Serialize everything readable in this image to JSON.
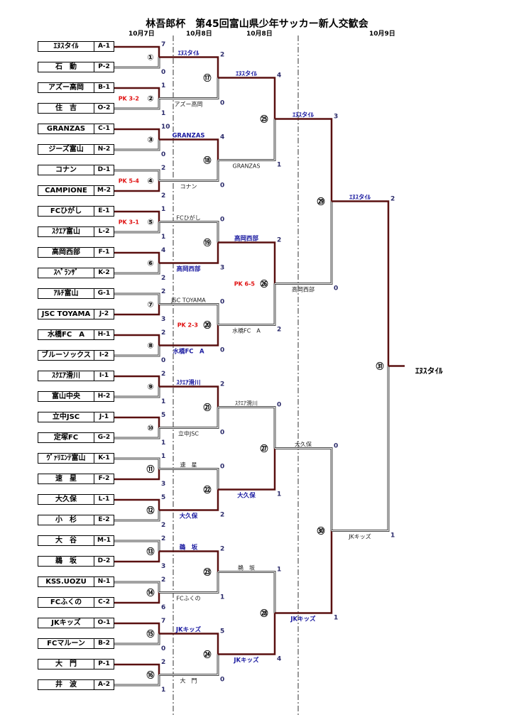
{
  "title": "林吾郎杯　第45回富山県少年サッカー新人交歓会",
  "dates": [
    "10月7日",
    "10月8日",
    "10月8日",
    "10月9日"
  ],
  "teams": [
    {
      "name": "ｴﾇｽタｲﾙ",
      "code": "A-1"
    },
    {
      "name": "石　動",
      "code": "P-2"
    },
    {
      "name": "アズー高岡",
      "code": "B-1"
    },
    {
      "name": "住　吉",
      "code": "O-2"
    },
    {
      "name": "GRANZAS",
      "code": "C-1"
    },
    {
      "name": "ジーズ富山",
      "code": "N-2"
    },
    {
      "name": "コナン",
      "code": "D-1"
    },
    {
      "name": "CAMPIONE",
      "code": "M-2"
    },
    {
      "name": "FCひがし",
      "code": "E-1"
    },
    {
      "name": "ｽｸｴｱ富山",
      "code": "L-2"
    },
    {
      "name": "高岡西部",
      "code": "F-1"
    },
    {
      "name": "ｽﾍﾟﾗﾝｻﾞ",
      "code": "K-2"
    },
    {
      "name": "ｱﾙﾁ富山",
      "code": "G-1"
    },
    {
      "name": "JSC TOYAMA",
      "code": "J-2"
    },
    {
      "name": "水橋FC　A",
      "code": "H-1"
    },
    {
      "name": "ブルーソックス",
      "code": "I-2"
    },
    {
      "name": "ｽｸｴｱ滑川",
      "code": "I-1"
    },
    {
      "name": "富山中央",
      "code": "H-2"
    },
    {
      "name": "立中JSC",
      "code": "J-1"
    },
    {
      "name": "定塚FC",
      "code": "G-2"
    },
    {
      "name": "ｳﾞｧﾘｴﾝﾃ富山",
      "code": "K-1"
    },
    {
      "name": "速　星",
      "code": "F-2"
    },
    {
      "name": "大久保",
      "code": "L-1"
    },
    {
      "name": "小　杉",
      "code": "E-2"
    },
    {
      "name": "大　谷",
      "code": "M-1"
    },
    {
      "name": "鵜　坂",
      "code": "D-2"
    },
    {
      "name": "KSS.UOZU",
      "code": "N-1"
    },
    {
      "name": "FCふくの",
      "code": "C-2"
    },
    {
      "name": "JKキッズ",
      "code": "O-1"
    },
    {
      "name": "FCマルーン",
      "code": "B-2"
    },
    {
      "name": "大　門",
      "code": "P-1"
    },
    {
      "name": "井　波",
      "code": "A-2"
    }
  ],
  "round1": [
    {
      "match": "①",
      "scores": [
        "7",
        "0"
      ],
      "winner": 0,
      "pk": ""
    },
    {
      "match": "②",
      "scores": [
        "1",
        "1"
      ],
      "winner": 0,
      "pk": "PK 3-2"
    },
    {
      "match": "③",
      "scores": [
        "10",
        "0"
      ],
      "winner": 0,
      "pk": ""
    },
    {
      "match": "④",
      "scores": [
        "2",
        "2"
      ],
      "winner": 1,
      "pk": "PK 5-4"
    },
    {
      "match": "⑤",
      "scores": [
        "1",
        "1"
      ],
      "winner": 0,
      "pk": "PK 3-1"
    },
    {
      "match": "⑥",
      "scores": [
        "4",
        "2"
      ],
      "winner": 0,
      "pk": ""
    },
    {
      "match": "⑦",
      "scores": [
        "2",
        "3"
      ],
      "winner": 1,
      "pk": ""
    },
    {
      "match": "⑧",
      "scores": [
        "2",
        "0"
      ],
      "winner": 0,
      "pk": ""
    },
    {
      "match": "⑨",
      "scores": [
        "2",
        "1"
      ],
      "winner": 0,
      "pk": ""
    },
    {
      "match": "⑩",
      "scores": [
        "5",
        "1"
      ],
      "winner": 0,
      "pk": ""
    },
    {
      "match": "⑪",
      "scores": [
        "1",
        "3"
      ],
      "winner": 1,
      "pk": ""
    },
    {
      "match": "⑫",
      "scores": [
        "5",
        "2"
      ],
      "winner": 0,
      "pk": ""
    },
    {
      "match": "⑬",
      "scores": [
        "2",
        "3"
      ],
      "winner": 1,
      "pk": ""
    },
    {
      "match": "⑭",
      "scores": [
        "2",
        "6"
      ],
      "winner": 1,
      "pk": ""
    },
    {
      "match": "⑮",
      "scores": [
        "7",
        "0"
      ],
      "winner": 0,
      "pk": ""
    },
    {
      "match": "⑯",
      "scores": [
        "2",
        "1"
      ],
      "winner": 0,
      "pk": ""
    }
  ],
  "round2": [
    {
      "match": "⑰",
      "names": [
        "ｴﾇｽタｲﾙ",
        "アズー高岡"
      ],
      "scores": [
        "2",
        "0"
      ],
      "winner": 0,
      "pk": ""
    },
    {
      "match": "⑱",
      "names": [
        "GRANZAS",
        "コナン"
      ],
      "scores": [
        "4",
        "0"
      ],
      "winner": 0,
      "pk": ""
    },
    {
      "match": "⑲",
      "names": [
        "FCひがし",
        "高岡西部"
      ],
      "scores": [
        "0",
        "3"
      ],
      "winner": 1,
      "pk": ""
    },
    {
      "match": "⑳",
      "names": [
        "JSC TOYAMA",
        "水橋FC　A"
      ],
      "scores": [
        "0",
        "0"
      ],
      "winner": 1,
      "pk": "PK 2-3"
    },
    {
      "match": "㉑",
      "names": [
        "ｽｸｴｱ滑川",
        "立中JSC"
      ],
      "scores": [
        "2",
        "0"
      ],
      "winner": 0,
      "pk": ""
    },
    {
      "match": "㉒",
      "names": [
        "速　星",
        "大久保"
      ],
      "scores": [
        "0",
        "2"
      ],
      "winner": 1,
      "pk": ""
    },
    {
      "match": "㉓",
      "names": [
        "鵜　坂",
        "FCふくの"
      ],
      "scores": [
        "2",
        "1"
      ],
      "winner": 0,
      "pk": ""
    },
    {
      "match": "㉔",
      "names": [
        "JKキッズ",
        "大　門"
      ],
      "scores": [
        "5",
        "0"
      ],
      "winner": 0,
      "pk": ""
    }
  ],
  "round3": [
    {
      "match": "㉕",
      "names": [
        "ｴﾇｽタｲﾙ",
        "GRANZAS"
      ],
      "scores": [
        "4",
        "1"
      ],
      "winner": 0,
      "pk": ""
    },
    {
      "match": "㉖",
      "names": [
        "高岡西部",
        "水橋FC　A"
      ],
      "scores": [
        "2",
        "2"
      ],
      "winner": 0,
      "pk": "PK 6-5"
    },
    {
      "match": "㉗",
      "names": [
        "ｽｸｴｱ滑川",
        "大久保"
      ],
      "scores": [
        "0",
        "1"
      ],
      "winner": 1,
      "pk": ""
    },
    {
      "match": "㉘",
      "names": [
        "鵜　坂",
        "JKキッズ"
      ],
      "scores": [
        "1",
        "4"
      ],
      "winner": 1,
      "pk": ""
    }
  ],
  "round4": [
    {
      "match": "㉙",
      "names": [
        "ｴﾇｽタｲﾙ",
        "高岡西部"
      ],
      "scores": [
        "3",
        "0"
      ],
      "winner": 0,
      "pk": ""
    },
    {
      "match": "㉚",
      "names": [
        "大久保",
        "JKキッズ"
      ],
      "scores": [
        "0",
        "1"
      ],
      "winner": 1,
      "pk": ""
    }
  ],
  "final": {
    "match": "㉛",
    "names": [
      "ｴﾇｽタｲﾙ",
      "JKキッズ"
    ],
    "scores": [
      "2",
      "1"
    ],
    "winner": 0
  },
  "champion": "ｴﾇｽタｲﾙ",
  "colors": {
    "winner_line": "#5a1010",
    "loser_line": "#444444",
    "winner_text": "#1a1aa0",
    "pk_text": "#e01010"
  }
}
